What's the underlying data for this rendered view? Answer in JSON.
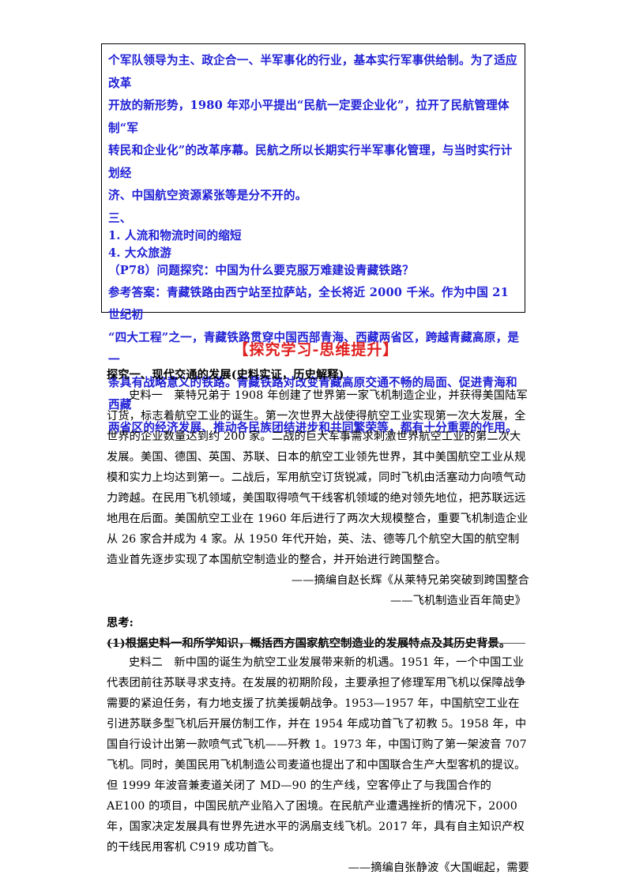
{
  "box": {
    "lines": [
      "个军队领导为主、政企合一、半军事化的行业，基本实行军事供给制。为了适应改革",
      "开放的新形势，1980 年邓小平提出“民航一定要企业化”，拉开了民航管理体制“军",
      "转民和企业化”的改革序幕。民航之所以长期实行半军事化管理，与当时实行计划经",
      "济、中国航空资源紧张等是分不开的。"
    ],
    "section": "三、",
    "item1": "1. 人流和物流时间的缩短",
    "item4": "4. 大众旅游",
    "question": "（P78）问题探究：中国为什么要克服万难建设青藏铁路？",
    "answer_lines": [
      "参考答案：青藏铁路由西宁站至拉萨站，全长将近 2000 千米。作为中国 21 世纪初",
      "“四大工程”之一，青藏铁路贯穿中国西部青海、西藏两省区，跨越青藏高原，是一",
      "条具有战略意义的铁路。青藏铁路对改变青藏高原交通不畅的局面、促进青海和西藏",
      "两省区的经济发展、推动各民族团结进步和共同繁荣等，都有十分重要的作用。"
    ]
  },
  "section_title": "【探究学习-思维提升】",
  "inquiry_heading": "探究一、现代交通的发展(史料实证，历史解释)",
  "material1": "史料一　莱特兄弟于 1908 年创建了世界第一家飞机制造企业，并获得美国陆军订货，标志着航空工业的诞生。第一次世界大战使得航空工业实现第一次大发展，全世界的企业数量达到约 200 家。二战的巨大军事需求刺激世界航空工业的第二次大发展。美国、德国、英国、苏联、日本的航空工业领先世界，其中美国航空工业从规模和实力上均达到第一。二战后，军用航空订货锐减，同时飞机由活塞动力向喷气动力跨越。在民用飞机领域，美国取得喷气干线客机领域的绝对领先地位，把苏联远远地甩在后面。美国航空工业在 1960 年后进行了两次大规模整合，重要飞机制造企业从 26 家合并成为 4 家。从 1950 年代开始，英、法、德等几个航空大国的航空制造业首先逐步实现了本国航空制造业的整合，并开始进行跨国整合。",
  "material1_source_1": "——摘编自赵长辉《从莱特兄弟突破到跨国整合",
  "material1_source_2": "——飞机制造业百年简史》",
  "think_label": "思考:",
  "question1": "(1)根据史料一和所学知识，概括西方国家航空制造业的发展特点及其历史背景。",
  "material2": "史料二　新中国的诞生为航空工业发展带来新的机遇。1951 年，一个中国工业代表团前往苏联寻求支持。在发展的初期阶段，主要承担了修理军用飞机以保障战争需要的紧迫任务，有力地支援了抗美援朝战争。1953—1957 年，中国航空工业在引进苏联多型飞机后开展仿制工作，并在 1954 年成功首飞了初教 5。1958 年，中国自行设计出第一款喷气式飞机——歼教 1。1973 年，中国订购了第一架波音 707 飞机。同时，美国民用飞机制造公司麦道也提出了和中国联合生产大型客机的提议。但 1999 年波音兼麦道关闭了 MD—90 的生产线，空客停止了与我国合作的 AE100 的项目，中国民航产业陷入了困境。在民航产业遭遇挫折的情况下，2000 年，国家决定发展具有世界先进水平的涡扇支线飞机。2017 年，具有自主知识产权的干线民用客机 C919 成功首飞。",
  "material2_source": "——摘编自张静波《大国崛起，需要"
}
